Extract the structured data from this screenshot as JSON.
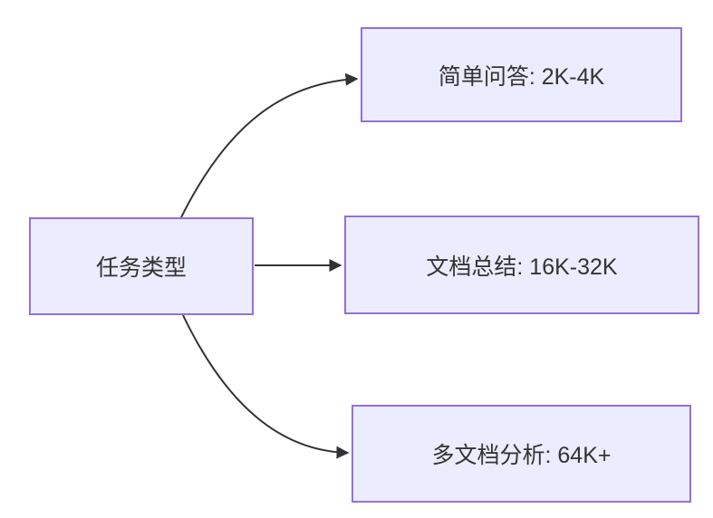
{
  "diagram": {
    "type": "flowchart",
    "direction": "left-to-right",
    "root": {
      "label": "任务类型"
    },
    "children": [
      {
        "label": "简单问答: 2K-4K"
      },
      {
        "label": "文档总结: 16K-32K"
      },
      {
        "label": "多文档分析: 64K+"
      }
    ],
    "edges": [
      {
        "from": "任务类型",
        "to": "简单问答: 2K-4K"
      },
      {
        "from": "任务类型",
        "to": "文档总结: 16K-32K"
      },
      {
        "from": "任务类型",
        "to": "多文档分析: 64K+"
      }
    ],
    "colors": {
      "node_fill": "#ECECFF",
      "node_border": "#9370DB",
      "text": "#333333",
      "edge": "#333333",
      "background": "#ffffff"
    }
  }
}
